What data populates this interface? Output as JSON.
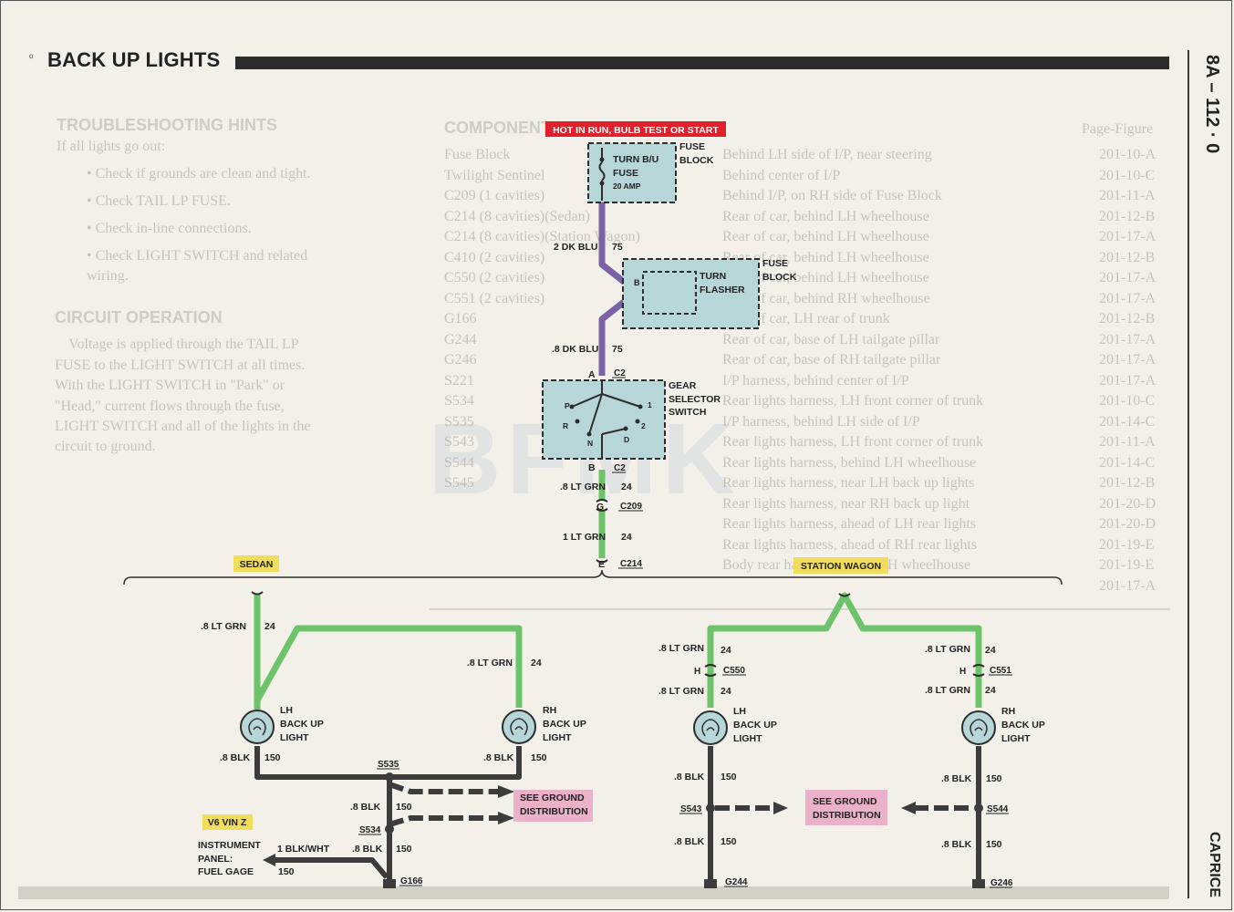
{
  "header": {
    "title": "BACK UP LIGHTS",
    "page_number": "8A – 112 · 0",
    "model": "CAPRICE"
  },
  "background_text": {
    "troubleshooting_title": "TROUBLESHOOTING HINTS",
    "troubleshooting_intro": "If all lights go out:",
    "troubleshooting_items": [
      "• Check if grounds are clean and tight.",
      "• Check TAIL LP FUSE.",
      "• Check in-line connections.",
      "• Check LIGHT SWITCH and related",
      "  wiring."
    ],
    "circuit_title": "CIRCUIT OPERATION",
    "circuit_lines": [
      "Voltage is applied through the TAIL LP",
      "FUSE to the LIGHT SWITCH at all times.",
      "With the LIGHT SWITCH in \"Park\" or",
      "\"Head,\" current flows through the fuse,",
      "LIGHT SWITCH and all of the lights in the",
      "circuit to ground."
    ],
    "component_title": "COMPONENT",
    "page_figure_label": "Page-Figure",
    "components": [
      "Fuse Block",
      "Twilight Sentinel",
      "C209 (1 cavities)",
      "C214 (8 cavities)(Sedan)",
      "C214 (8 cavities)(Station Wagon)",
      "C410 (2 cavities)",
      "C550 (2 cavities)",
      "C551 (2 cavities)",
      "G166",
      "G244",
      "G246",
      "S221",
      "S534",
      "S535",
      "S543",
      "S544",
      "S545"
    ],
    "locations": [
      "Behind LH side of I/P, near steering",
      "Behind center of I/P",
      "Behind I/P, on RH side of Fuse Block",
      "Rear of car, behind LH wheelhouse",
      "Rear of car, behind LH wheelhouse",
      "Rear of car, behind LH wheelhouse",
      "Rear of car, behind LH wheelhouse",
      "Rear of car, behind RH wheelhouse",
      "Rear of car, LH rear of trunk",
      "Rear of car, base of LH tailgate pillar",
      "Rear of car, base of RH tailgate pillar",
      "I/P harness, behind center of I/P",
      "Rear lights harness, LH front corner of trunk",
      "I/P harness, behind LH side of I/P",
      "Rear lights harness, LH front corner of trunk",
      "Rear lights harness, behind LH wheelhouse",
      "Rear lights harness, near LH back up lights",
      "Rear lights harness, near RH back up light",
      "Rear lights harness, ahead of LH rear lights",
      "Rear lights harness, ahead of RH rear lights",
      "Body rear harness, behind LH wheelhouse"
    ],
    "page_refs": [
      "201-10-A",
      "201-10-C",
      "201-11-A",
      "201-12-B",
      "201-17-A",
      "201-12-B",
      "201-17-A",
      "201-17-A",
      "201-12-B",
      "201-17-A",
      "201-17-A",
      "201-17-A",
      "201-10-C",
      "201-14-C",
      "201-11-A",
      "201-14-C",
      "201-12-B",
      "201-20-D",
      "201-20-D",
      "201-19-E",
      "201-19-E",
      "201-17-A"
    ]
  },
  "labels": {
    "hot_label": "HOT IN RUN, BULB TEST OR START",
    "fuse_line1": "TURN B/U",
    "fuse_line2": "FUSE",
    "fuse_line3": "20 AMP",
    "fuse_block_1": "FUSE",
    "fuse_block_2": "BLOCK",
    "wire_top": "2 DK BLU",
    "wire_top_num": "75",
    "flasher_b": "B",
    "flasher_1": "TURN",
    "flasher_2": "FLASHER",
    "wire_mid": ".8 DK BLU",
    "wire_mid_num": "75",
    "pin_a": "A",
    "conn_c2_top": "C2",
    "gear_1": "GEAR",
    "gear_2": "SELECTOR",
    "gear_3": "SWITCH",
    "gear_p": "P",
    "gear_r": "R",
    "gear_n": "N",
    "gear_d": "D",
    "gear_1pos": "1",
    "gear_2pos": "2",
    "pin_b": "B",
    "conn_c2_bot": "C2",
    "wire_grn1": ".8 LT GRN",
    "wire_grn1_num": "24",
    "pin_g": "G",
    "conn_c209": "C209",
    "wire_grn2": "1 LT GRN",
    "wire_grn2_num": "24",
    "pin_e": "E",
    "conn_c214": "C214",
    "sedan": "SEDAN",
    "station_wagon": "STATION WAGON",
    "s_lh_wire": ".8 LT GRN",
    "s_lh_wire_num": "24",
    "s_rh_wire": ".8 LT GRN",
    "s_rh_wire_num": "24",
    "lh_1": "LH",
    "lh_2": "BACK UP",
    "lh_3": "LIGHT",
    "rh_1": "RH",
    "rh_2": "BACK UP",
    "rh_3": "LIGHT",
    "s_lh_blk": ".8 BLK",
    "s_lh_blk_num": "150",
    "s_rh_blk": ".8 BLK",
    "s_rh_blk_num": "150",
    "s535": "S535",
    "s_mid_blk": ".8 BLK",
    "s_mid_blk_num": "150",
    "s534": "S534",
    "s_low_blk": ".8 BLK",
    "s_low_blk_num": "150",
    "see_ground_1": "SEE GROUND",
    "see_ground_2": "DISTRIBUTION",
    "v6": "V6 VIN Z",
    "ip_1": "INSTRUMENT",
    "ip_2": "PANEL:",
    "ip_3": "FUEL GAGE",
    "ip_wire": "1 BLK/WHT",
    "ip_wire_num": "150",
    "g166": "G166",
    "w_lh_wire1": ".8 LT GRN",
    "w_lh_wire1_num": "24",
    "w_h1": "H",
    "c550": "C550",
    "w_lh_wire2": ".8 LT GRN",
    "w_lh_wire2_num": "24",
    "w_rh_wire1": ".8 LT GRN",
    "w_rh_wire1_num": "24",
    "w_h2": "H",
    "c551": "C551",
    "w_rh_wire2": ".8 LT GRN",
    "w_rh_wire2_num": "24",
    "w_lh_blk1": ".8 BLK",
    "w_lh_blk1_num": "150",
    "s543": "S543",
    "w_lh_blk2": ".8 BLK",
    "w_lh_blk2_num": "150",
    "g244": "G244",
    "w_rh_blk1": ".8 BLK",
    "w_rh_blk1_num": "150",
    "s544": "S544",
    "w_rh_blk2": ".8 BLK",
    "w_rh_blk2_num": "150",
    "g246": "G246"
  },
  "colors": {
    "dk_blu_wire": "#7b61a8",
    "lt_grn_wire": "#6cc36a",
    "blk_wire": "#3c3c3c",
    "component_fill": "#b7d6d8",
    "hot_label_bg": "#e0202a",
    "yellow_label_bg": "#f1dd5c",
    "pink_label_bg": "#eab1c8"
  }
}
